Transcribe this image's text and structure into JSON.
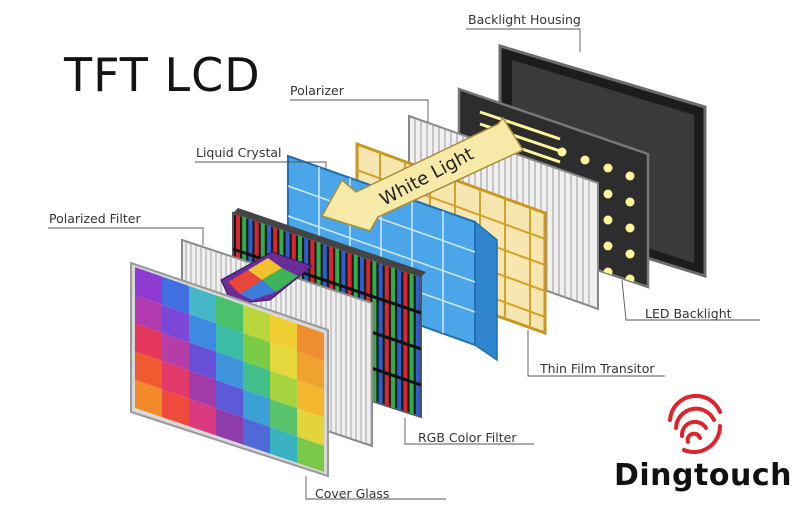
{
  "title": "TFT LCD",
  "labels": {
    "backlight_housing": "Backlight Housing",
    "polarizer": "Polarizer",
    "liquid_crystal": "Liquid Crystal",
    "polarized_filter": "Polarized Filter",
    "led_backlight": "LED Backlight",
    "thin_film_transitor": "Thin Film Transitor",
    "rgb_color_filter": "RGB Color Filter",
    "cover_glass": "Cover Glass"
  },
  "arrow_text": "White Light",
  "brand": "Dingtouch",
  "colors": {
    "accent": "#e0222a",
    "arrow": "#f7e9a8",
    "liquid_crystal": "#4aa6e8",
    "tft": "#e4b93a"
  }
}
